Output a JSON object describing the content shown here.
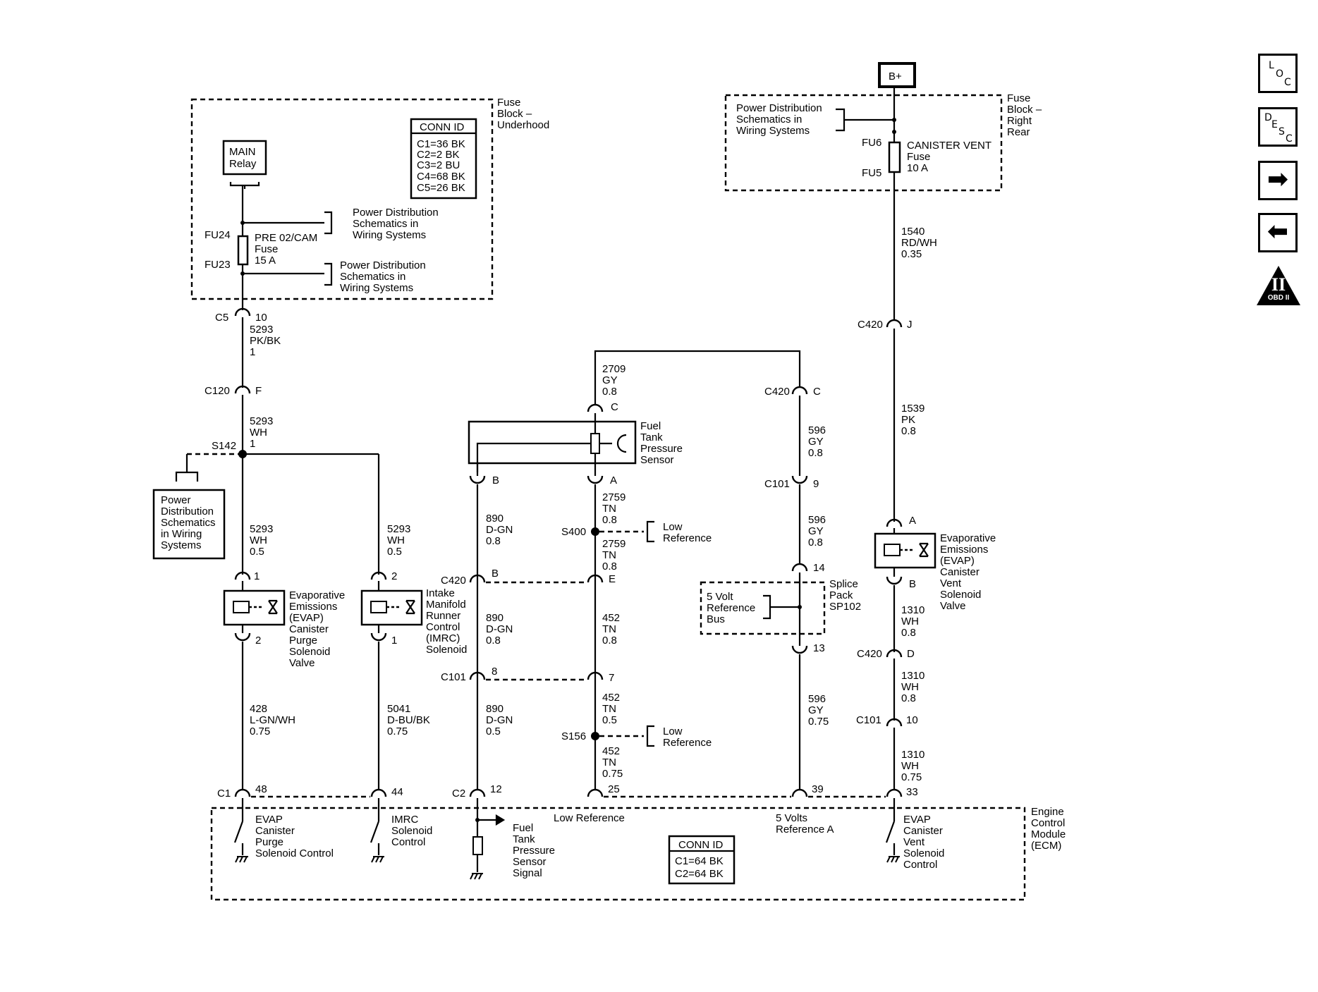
{
  "nav": {
    "loc": {
      "l1": "L",
      "l2": "O",
      "l3": "C"
    },
    "desc": {
      "l1": "D",
      "l2": "E",
      "l3": "S",
      "l4": "C"
    },
    "forward_icon": "right-arrow-icon",
    "back_icon": "left-arrow-icon",
    "obd": {
      "numeral": "II",
      "label": "OBD II"
    }
  },
  "battery": "B+",
  "fuse_block_underhood": {
    "title": [
      "Fuse",
      "Block –",
      "Underhood"
    ],
    "conn_id_title": "CONN ID",
    "conn_ids": [
      "C1=36 BK",
      "C2=2 BK",
      "C3=2 BU",
      "C4=68 BK",
      "C5=26 BK"
    ],
    "relay": [
      "MAIN",
      "Relay"
    ],
    "fuse_top": "FU24",
    "fuse_bottom": "FU23",
    "fuse_label": [
      "PRE 02/CAM",
      "Fuse",
      "15 A"
    ],
    "pds1": [
      "Power Distribution",
      "Schematics in",
      "Wiring Systems"
    ],
    "pds2": [
      "Power Distribution",
      "Schematics in",
      "Wiring Systems"
    ]
  },
  "fuse_block_rear": {
    "title": [
      "Fuse",
      "Block –",
      "Right",
      "Rear"
    ],
    "pds": [
      "Power Distribution",
      "Schematics in",
      "Wiring Systems"
    ],
    "fuse_top": "FU6",
    "fuse_bottom": "FU5",
    "fuse_label": [
      "CANISTER VENT",
      "Fuse",
      "10 A"
    ]
  },
  "left_chain": {
    "c5": {
      "conn": "C5",
      "pin": "10"
    },
    "w1": [
      "5293",
      "PK/BK",
      "1"
    ],
    "c120": {
      "conn": "C120",
      "pin": "F"
    },
    "w2": [
      "5293",
      "WH",
      "1"
    ],
    "splice": "S142",
    "pds": [
      "Power",
      "Distribution",
      "Schematics",
      "in Wiring",
      "Systems"
    ],
    "w3": [
      "5293",
      "WH",
      "0.5"
    ],
    "w4": [
      "5293",
      "WH",
      "0.5"
    ],
    "purge_pin_top": "1",
    "purge_pin_bottom": "2",
    "purge_label": [
      "Evaporative",
      "Emissions",
      "(EVAP)",
      "Canister",
      "Purge",
      "Solenoid",
      "Valve"
    ],
    "imrc_pin_top": "2",
    "imrc_pin_bottom": "1",
    "imrc_label": [
      "Intake",
      "Manifold",
      "Runner",
      "Control",
      "(IMRC)",
      "Solenoid"
    ],
    "w5": [
      "428",
      "L-GN/WH",
      "0.75"
    ],
    "w6": [
      "5041",
      "D-BU/BK",
      "0.75"
    ]
  },
  "sensor_chain": {
    "w_top": [
      "2709",
      "GY",
      "0.8"
    ],
    "pin_c": "C",
    "sensor_label": [
      "Fuel",
      "Tank",
      "Pressure",
      "Sensor"
    ],
    "pin_b": "B",
    "pin_a": "A",
    "w_a1": [
      "2759",
      "TN",
      "0.8"
    ],
    "s400": "S400",
    "low_ref1": [
      "Low",
      "Reference"
    ],
    "w_a2": [
      "2759",
      "TN",
      "0.8"
    ],
    "w_b1": [
      "890",
      "D-GN",
      "0.8"
    ],
    "c420": {
      "conn": "C420",
      "pin_b": "B",
      "pin_e": "E"
    },
    "w_b2": [
      "890",
      "D-GN",
      "0.8"
    ],
    "w_a3": [
      "452",
      "TN",
      "0.8"
    ],
    "c101": {
      "conn": "C101",
      "pin_8": "8",
      "pin_7": "7"
    },
    "w_b3": [
      "890",
      "D-GN",
      "0.5"
    ],
    "w_a4": [
      "452",
      "TN",
      "0.5"
    ],
    "s156": "S156",
    "low_ref2": [
      "Low",
      "Reference"
    ],
    "w_a5": [
      "452",
      "TN",
      "0.75"
    ]
  },
  "ref_chain": {
    "c420": {
      "conn": "C420",
      "pin": "C"
    },
    "w1": [
      "596",
      "GY",
      "0.8"
    ],
    "c101": {
      "conn": "C101",
      "pin": "9"
    },
    "w2": [
      "596",
      "GY",
      "0.8"
    ],
    "pin_14": "14",
    "bus": [
      "5 Volt",
      "Reference",
      "Bus"
    ],
    "splice_pack": [
      "Splice",
      "Pack",
      "SP102"
    ],
    "pin_13": "13",
    "w3": [
      "596",
      "GY",
      "0.75"
    ]
  },
  "right_chain": {
    "w1": [
      "1540",
      "RD/WH",
      "0.35"
    ],
    "c420": {
      "conn": "C420",
      "pin": "J"
    },
    "w2": [
      "1539",
      "PK",
      "0.8"
    ],
    "pin_a": "A",
    "pin_b": "B",
    "vent_label": [
      "Evaporative",
      "Emissions",
      "(EVAP)",
      "Canister",
      "Vent",
      "Solenoid",
      "Valve"
    ],
    "w3": [
      "1310",
      "WH",
      "0.8"
    ],
    "c420b": {
      "conn": "C420",
      "pin": "D"
    },
    "w4": [
      "1310",
      "WH",
      "0.8"
    ],
    "c101": {
      "conn": "C101",
      "pin": "10"
    },
    "w5": [
      "1310",
      "WH",
      "0.75"
    ]
  },
  "ecm": {
    "c1": {
      "conn": "C1",
      "pin_48": "48",
      "pin_44": "44"
    },
    "c2": {
      "conn": "C2",
      "pin_12": "12",
      "pin_25": "25",
      "pin_39": "39",
      "pin_33": "33"
    },
    "title": [
      "Engine",
      "Control",
      "Module",
      "(ECM)"
    ],
    "purge_ctrl": [
      "EVAP",
      "Canister",
      "Purge",
      "Solenoid Control"
    ],
    "imrc_ctrl": [
      "IMRC",
      "Solenoid",
      "Control"
    ],
    "fuel_signal": [
      "Fuel",
      "Tank",
      "Pressure",
      "Sensor",
      "Signal"
    ],
    "low_ref": "Low Reference",
    "five_volt": [
      "5 Volts",
      "Reference A"
    ],
    "vent_ctrl": [
      "EVAP",
      "Canister",
      "Vent",
      "Solenoid",
      "Control"
    ],
    "conn_id_title": "CONN ID",
    "conn_ids": [
      "C1=64 BK",
      "C2=64 BK"
    ]
  }
}
